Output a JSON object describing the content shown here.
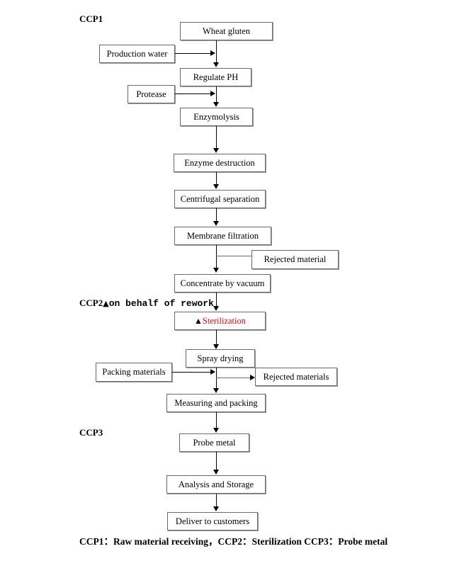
{
  "diagram": {
    "title_labels": {
      "ccp1": "CCP1",
      "ccp2_prefix": "CCP2",
      "ccp2_triangle": "▲",
      "ccp2_suffix": "on behalf of rework",
      "ccp3": "CCP3"
    },
    "caption": "CCP1：Raw material receiving，CCP2：Sterilization  CCP3：Probe metal",
    "colors": {
      "box_border": "#6a6a6a",
      "line": "#000000",
      "ccp_text": "#ff0000",
      "text": "#000000",
      "background": "#ffffff"
    },
    "nodes": [
      {
        "id": "wheat-gluten",
        "label": "Wheat gluten"
      },
      {
        "id": "production-water",
        "label": "Production water"
      },
      {
        "id": "regulate-ph",
        "label": "Regulate PH"
      },
      {
        "id": "protease",
        "label": "Protease"
      },
      {
        "id": "enzymolysis",
        "label": "Enzymolysis"
      },
      {
        "id": "enzyme-destruction",
        "label": "Enzyme destruction"
      },
      {
        "id": "centrifugal-separation",
        "label": "Centrifugal separation"
      },
      {
        "id": "membrane-filtration",
        "label": "Membrane filtration"
      },
      {
        "id": "rejected-material",
        "label": "Rejected material"
      },
      {
        "id": "concentrate-by-vacuum",
        "label": "Concentrate by vacuum"
      },
      {
        "id": "sterilization",
        "label": "Sterilization",
        "marker": "▲",
        "color": "#ff0000"
      },
      {
        "id": "spray-drying",
        "label": "Spray drying"
      },
      {
        "id": "packing-materials",
        "label": "Packing materials"
      },
      {
        "id": "rejected-materials",
        "label": "Rejected materials"
      },
      {
        "id": "measuring-and-packing",
        "label": "Measuring and packing"
      },
      {
        "id": "probe-metal",
        "label": "Probe metal"
      },
      {
        "id": "analysis-and-storage",
        "label": "Analysis and Storage"
      },
      {
        "id": "deliver-to-customers",
        "label": "Deliver to customers"
      }
    ]
  }
}
